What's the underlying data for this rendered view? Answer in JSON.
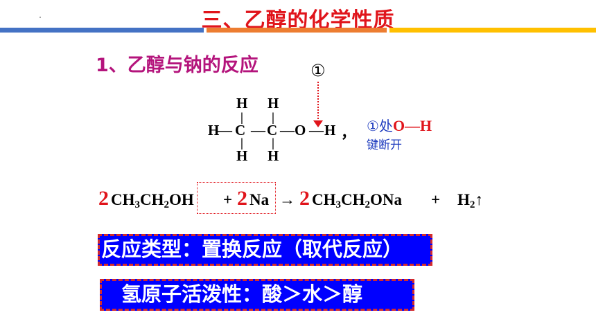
{
  "slide": {
    "title": "三、乙醇的化学性质",
    "subtitle": "1、乙醇与钠的反应"
  },
  "structure": {
    "marker": "①",
    "h_top_1": "H",
    "h_top_2": "H",
    "h_left": "H",
    "bond_1": "—",
    "c1": "C",
    "bond_2": "—",
    "c2": "C",
    "bond_3": "—",
    "o": "O",
    "bond_4": "—",
    "h_right": "H",
    "comma": "，",
    "h_bottom_1": "H",
    "h_bottom_2": "H"
  },
  "note": {
    "prefix": "①处",
    "bond": "O—H",
    "line2": "键断开"
  },
  "equation": {
    "coef1": "2",
    "ethanol": "CH3CH2OH",
    "plus1": "+",
    "coef2": "2",
    "na": "Na",
    "arrow": "→",
    "coef3": "2",
    "product": "CH3CH2ONa",
    "plus2": "+",
    "h2": "H2↑"
  },
  "boxes": {
    "reaction_type": "反应类型：置换反应（取代反应）",
    "activity": "氢原子活泼性：酸＞水＞醇"
  },
  "colors": {
    "title_red": "#e0141b",
    "subtitle_magenta": "#b4147c",
    "note_blue": "#1f3cbf",
    "box_blue": "#0000ff",
    "bar_blue": "#4472c4",
    "bar_orange": "#ed7d31",
    "bar_yellow": "#ffc000"
  }
}
